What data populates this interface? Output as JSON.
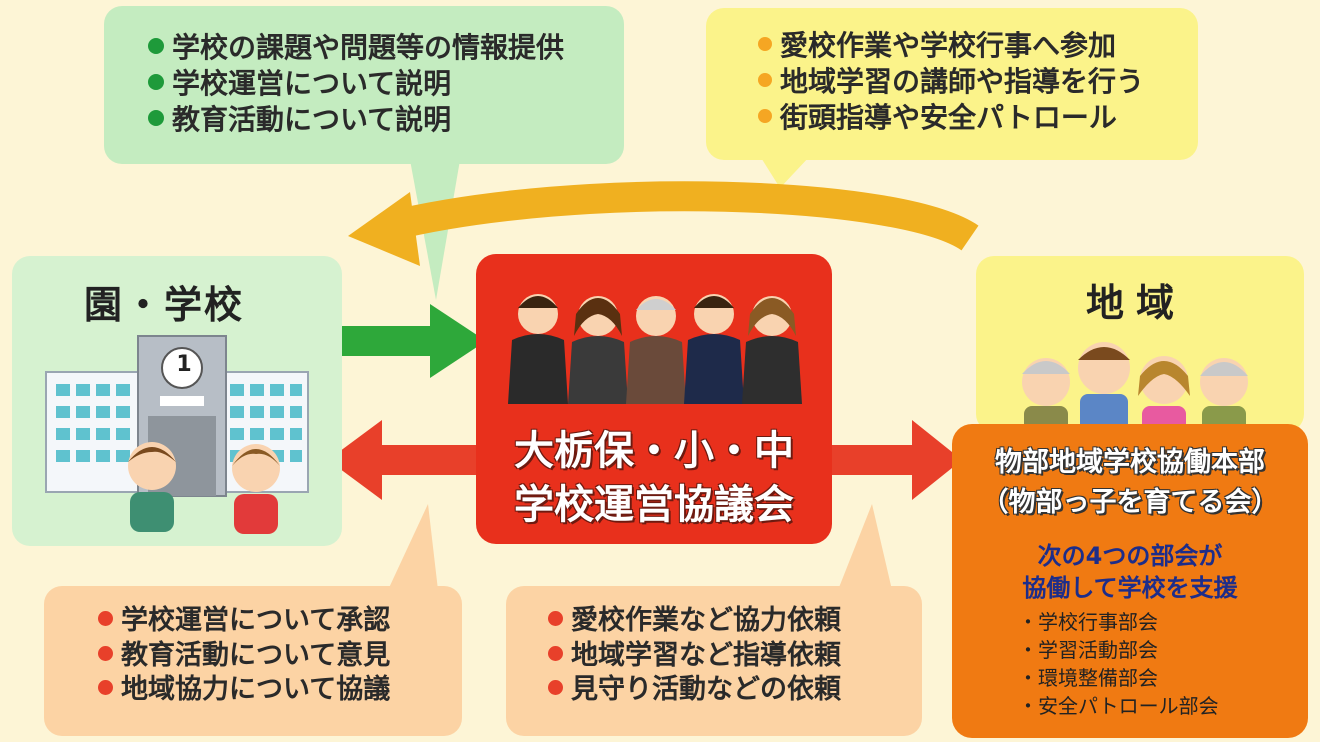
{
  "bubbles": {
    "school_info": {
      "items": [
        "学校の課題や問題等の情報提供",
        "学校運営について説明",
        "教育活動について説明"
      ],
      "color": "#c4ecc0",
      "bullet_color": "#1e9a3a"
    },
    "community_support": {
      "items": [
        "愛校作業や学校行事へ参加",
        "地域学習の講師や指導を行う",
        "街頭指導や安全パトロール"
      ],
      "color": "#fbf38a",
      "bullet_color": "#f5a623"
    },
    "council_to_school": {
      "items": [
        "学校運営について承認",
        "教育活動について意見",
        "地域協力について協議"
      ],
      "color": "#fcd3a4",
      "bullet_color": "#e8402a"
    },
    "council_to_community": {
      "items": [
        "愛校作業など協力依頼",
        "地域学習など指導依頼",
        "見守り活動などの依頼"
      ],
      "color": "#fcd3a4",
      "bullet_color": "#e8402a"
    }
  },
  "school": {
    "title": "園・学校",
    "building_number": "1",
    "color": "#d6f2d0"
  },
  "community": {
    "title": "地域",
    "color": "#fbf38a"
  },
  "council": {
    "line1": "大栃保・小・中",
    "line2": "学校運営協議会",
    "color": "#e8301c"
  },
  "hq": {
    "line1": "物部地域学校協働本部",
    "line2": "（物部っ子を育てる会）",
    "sub1": "次の4つの部会が",
    "sub2": "協働して学校を支援",
    "departments": [
      "・学校行事部会",
      "・学習活動部会",
      "・環境整備部会",
      "・安全パトロール部会"
    ],
    "color": "#f07a12"
  },
  "arrows": {
    "green": "#2ea83a",
    "red": "#e8402a",
    "yellow": "#f0b020"
  }
}
